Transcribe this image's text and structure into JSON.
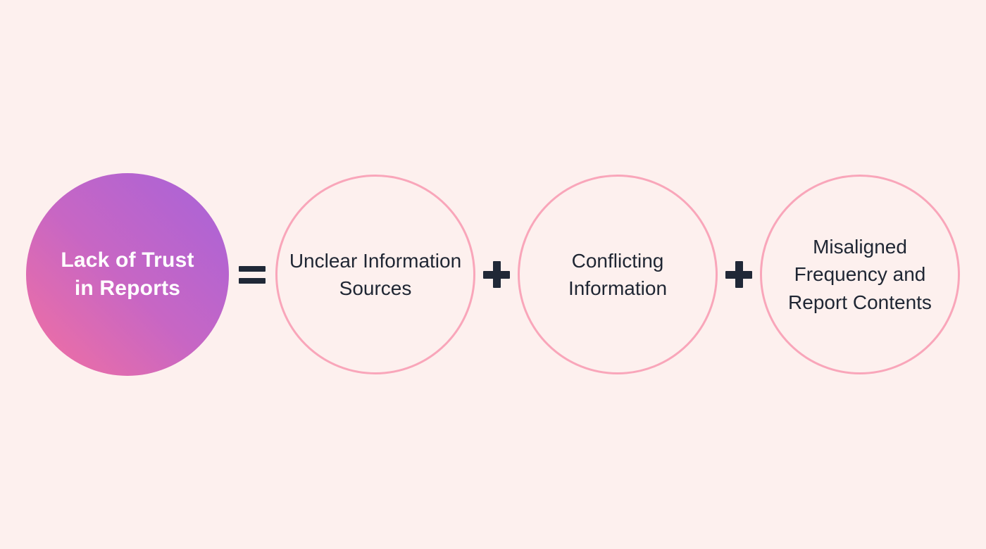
{
  "page": {
    "background_color": "#fdf0ee"
  },
  "diagram": {
    "result": {
      "label": "Lack of Trust in Reports",
      "text_color": "#ffffff",
      "gradient_from": "#a763d9",
      "gradient_to": "#f4709f"
    },
    "operators": {
      "equals": "=",
      "plus": "+",
      "color": "#202837"
    },
    "terms": [
      {
        "label": "Unclear Information Sources"
      },
      {
        "label": "Conflicting Information"
      },
      {
        "label": "Misaligned Frequency and Report Contents"
      }
    ],
    "term_style": {
      "border_color": "#f9a6ba",
      "text_color": "#1f2633"
    }
  }
}
